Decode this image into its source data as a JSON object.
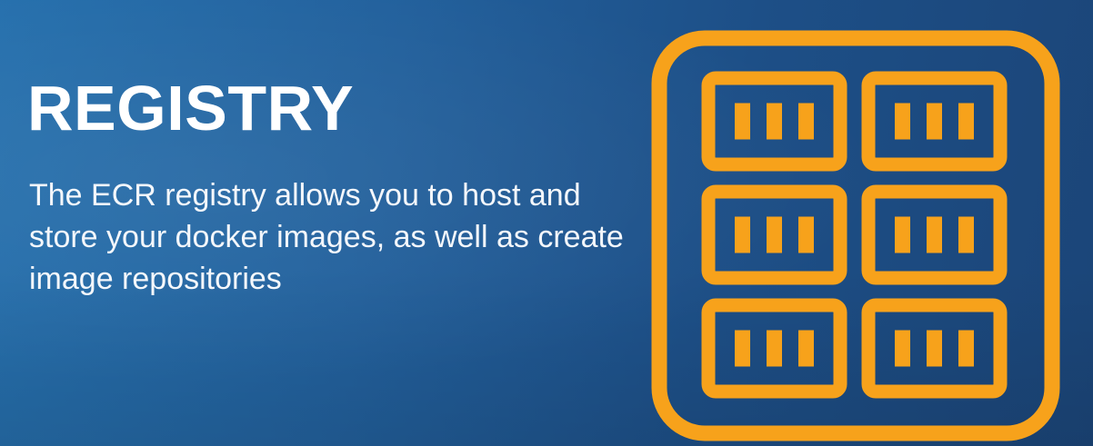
{
  "slide": {
    "title": "REGISTRY",
    "description": "The ECR registry allows you to host and store your docker images, as well as create image repositories"
  },
  "icon": {
    "name": "container-registry-icon",
    "color": "#f7a21b",
    "grid_columns": 2,
    "grid_rows": 3,
    "bars_per_cell": 3
  },
  "colors": {
    "background_start": "#2670ad",
    "background_end": "#1b4578",
    "text": "#ffffff",
    "accent": "#f7a21b"
  }
}
